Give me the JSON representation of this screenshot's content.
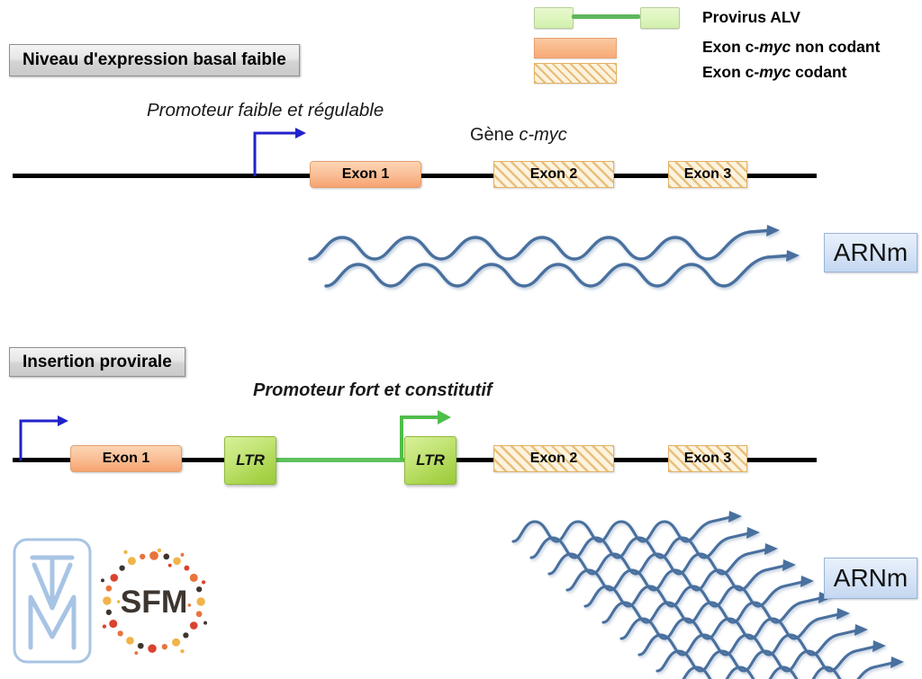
{
  "legend": {
    "items": [
      {
        "key": "provirus-alv",
        "label_pre": "Provirus ALV",
        "label_italic": "",
        "label_post": "",
        "swatch": "provirus-swatch"
      },
      {
        "key": "exon-noncoding",
        "label_pre": "Exon c-",
        "label_italic": "myc",
        "label_post": " non codant",
        "swatch": "noncoding-swatch"
      },
      {
        "key": "exon-coding",
        "label_pre": "Exon c-",
        "label_italic": "myc",
        "label_post": " codant",
        "swatch": "coding-swatch"
      }
    ]
  },
  "panel1": {
    "chip": "Niveau d'expression basal faible",
    "promoter": "Promoteur faible et régulable",
    "gene_pre": "Gène ",
    "gene_italic": "c-myc",
    "exons": [
      {
        "label": "Exon 1",
        "type": "noncoding"
      },
      {
        "label": "Exon 2",
        "type": "coding"
      },
      {
        "label": "Exon 3",
        "type": "coding"
      }
    ],
    "mrna_label": "ARNm",
    "mrna_count": 2
  },
  "panel2": {
    "chip": "Insertion provirale",
    "promoter": "Promoteur fort et constitutif",
    "exons": [
      {
        "label": "Exon 1",
        "type": "noncoding"
      },
      {
        "label": "Exon 2",
        "type": "coding"
      },
      {
        "label": "Exon 3",
        "type": "coding"
      }
    ],
    "ltr_left": "LTR",
    "ltr_right": "LTR",
    "mrna_label": "ARNm",
    "mrna_count": 10
  },
  "logos": {
    "tvm": "TVM",
    "sfm": "SFM"
  },
  "colors": {
    "provirus_green": "#5fc25c",
    "ltr_green": "#a9d44c",
    "exon_noncoding_orange": "#f8b183",
    "exon_coding_cream": "#fdf3de",
    "mrna_blue": "#4a6f9e",
    "arnm_box_blue": "#c4d7f0",
    "weak_promoter_arrow": "#2222cc",
    "strong_promoter_arrow": "#4fbe4a",
    "track_black": "#000000",
    "chip_gray": "#d4d4d4"
  }
}
